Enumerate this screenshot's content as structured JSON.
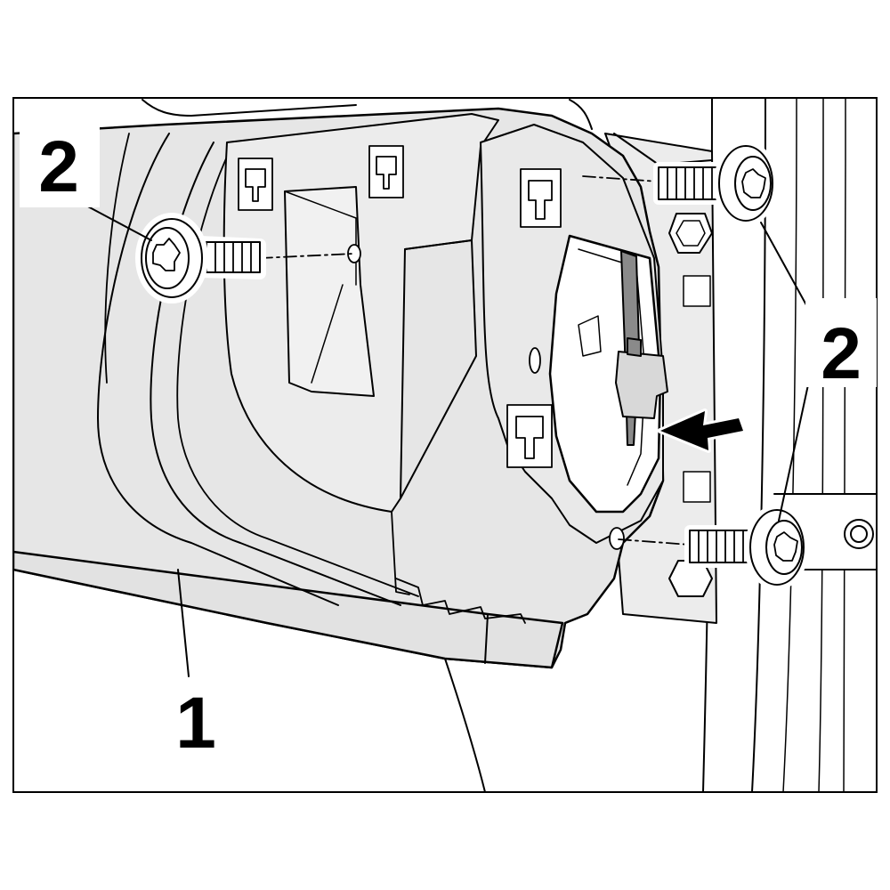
{
  "figure": {
    "callouts": {
      "housing": "1",
      "screw_left": "2",
      "screws_right": "2"
    },
    "colors": {
      "line": "#000000",
      "part_fill": "#e6e6e6",
      "part_fill_light": "#efefef",
      "part_dark": "#8a8a8a",
      "background": "#ffffff"
    }
  }
}
